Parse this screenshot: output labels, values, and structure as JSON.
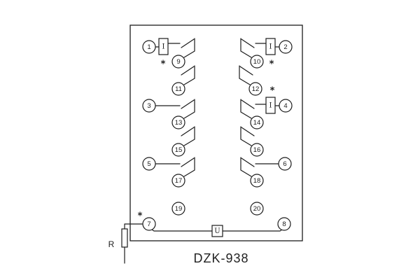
{
  "diagram": {
    "title": "DZK-938"
  },
  "labels": {
    "current_coil": "I",
    "voltage_coil": "U",
    "resistor": "R",
    "star": "*"
  },
  "terminals": {
    "t1": "1",
    "t2": "2",
    "t3": "3",
    "t4": "4",
    "t5": "5",
    "t6": "6",
    "t7": "7",
    "t8": "8",
    "t9": "9",
    "t10": "10",
    "t11": "11",
    "t12": "12",
    "t13": "13",
    "t14": "14",
    "t15": "15",
    "t16": "16",
    "t17": "17",
    "t18": "18",
    "t19": "19",
    "t20": "20"
  }
}
